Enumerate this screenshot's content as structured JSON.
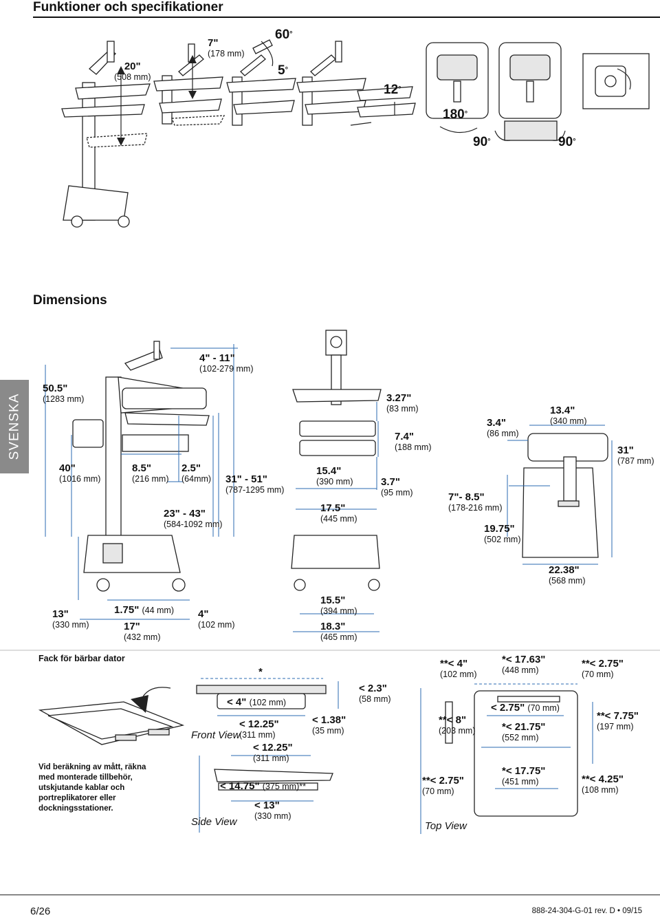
{
  "header": {
    "title": "Funktioner och specifikationer"
  },
  "side_tab": "SVENSKA",
  "features": {
    "height_travel": {
      "value": "20\"",
      "mm": "(508 mm)"
    },
    "keyboard_travel": {
      "value": "7\"",
      "mm": "(178 mm)"
    },
    "tilt_up": "60",
    "tilt_down": "5",
    "worksurface_tilt": "12",
    "rotate": "180",
    "swivel_left": "90",
    "swivel_right": "90",
    "degree_symbol": "°"
  },
  "dimensions": {
    "title": "Dimensions",
    "side": {
      "overall_height": {
        "value": "50.5\"",
        "mm": "(1283 mm)"
      },
      "height_40": {
        "value": "40\"",
        "mm": "(1016 mm)"
      },
      "depth_8_5": {
        "value": "8.5\"",
        "mm": "(216 mm)"
      },
      "offset_2_5": {
        "value": "2.5\"",
        "mm": "(64mm)"
      },
      "range_4_11": {
        "value": "4\" - 11\"",
        "mm": "(102-279 mm)"
      },
      "range_31_51": {
        "value": "31\" - 51\"",
        "mm": "(787-1295 mm)"
      },
      "range_23_43": {
        "value": "23\" - 43\"",
        "mm": "(584-1092 mm)"
      },
      "base_13": {
        "value": "13\"",
        "mm": "(330 mm)"
      },
      "offset_1_75": {
        "value": "1.75\"",
        "mm": "(44 mm)"
      },
      "base_17": {
        "value": "17\"",
        "mm": "(432 mm)"
      },
      "offset_4": {
        "value": "4\"",
        "mm": "(102 mm)"
      }
    },
    "front": {
      "w_15_4": {
        "value": "15.4\"",
        "mm": "(390 mm)"
      },
      "w_17_5": {
        "value": "17.5\"",
        "mm": "(445 mm)"
      },
      "w_15_5": {
        "value": "15.5\"",
        "mm": "(394 mm)"
      },
      "w_18_3": {
        "value": "18.3\"",
        "mm": "(465 mm)"
      },
      "h_3_27": {
        "value": "3.27\"",
        "mm": "(83 mm)"
      },
      "h_7_4": {
        "value": "7.4\"",
        "mm": "(188 mm)"
      },
      "h_3_7": {
        "value": "3.7\"",
        "mm": "(95 mm)"
      }
    },
    "top": {
      "d_3_4": {
        "value": "3.4\"",
        "mm": "(86 mm)"
      },
      "w_13_4": {
        "value": "13.4\"",
        "mm": "(340 mm)"
      },
      "h_31": {
        "value": "31\"",
        "mm": "(787 mm)"
      },
      "d_7_8_5": {
        "value": "7\"- 8.5\"",
        "mm": "(178-216 mm)"
      },
      "d_19_75": {
        "value": "19.75\"",
        "mm": "(502 mm)"
      },
      "w_22_38": {
        "value": "22.38\"",
        "mm": "(568 mm)"
      }
    }
  },
  "laptop_tray": {
    "title": "Fack för bärbar dator",
    "note": "Vid beräkning av mått, räkna med monterade tillbehör, utskjutande kablar och portreplikatorer eller dockningsstationer.",
    "asterisk": "*",
    "front_view_label": "Front View",
    "side_view_label": "Side View",
    "top_view_label": "Top View",
    "fv_4": {
      "value": "< 4\"",
      "mm": "(102 mm)"
    },
    "fv_12_25a": {
      "value": "< 12.25\"",
      "mm": "(311 mm)"
    },
    "fv_12_25b": {
      "value": "< 12.25\"",
      "mm": "(311 mm)"
    },
    "fv_2_3": {
      "value": "< 2.3\"",
      "mm": "(58 mm)"
    },
    "fv_1_38": {
      "value": "< 1.38\"",
      "mm": "(35 mm)"
    },
    "sv_14_75": {
      "value": "< 14.75\"",
      "mm": "(375 mm)**"
    },
    "sv_13": {
      "value": "< 13\"",
      "mm": "(330 mm)"
    },
    "tv_4": {
      "value": "**< 4\"",
      "mm": "(102 mm)"
    },
    "tv_17_63": {
      "value": "*< 17.63\"",
      "mm": "(448 mm)"
    },
    "tv_2_75a": {
      "value": "**< 2.75\"",
      "mm": "(70 mm)"
    },
    "tv_2_75b": {
      "value": "< 2.75\"",
      "mm": "(70 mm)"
    },
    "tv_8": {
      "value": "**< 8\"",
      "mm": "(203 mm)"
    },
    "tv_21_75": {
      "value": "*< 21.75\"",
      "mm": "(552 mm)"
    },
    "tv_7_75": {
      "value": "**< 7.75\"",
      "mm": "(197 mm)"
    },
    "tv_2_75c": {
      "value": "**< 2.75\"",
      "mm": "(70 mm)"
    },
    "tv_17_75": {
      "value": "*< 17.75\"",
      "mm": "(451 mm)"
    },
    "tv_4_25": {
      "value": "**< 4.25\"",
      "mm": "(108 mm)"
    }
  },
  "footer": {
    "page": "6/26",
    "doc_id": "888-24-304-G-01 rev. D • 09/15"
  },
  "colors": {
    "dimension_line": "#2a6ab0",
    "side_tab": "#8a8a8a"
  }
}
